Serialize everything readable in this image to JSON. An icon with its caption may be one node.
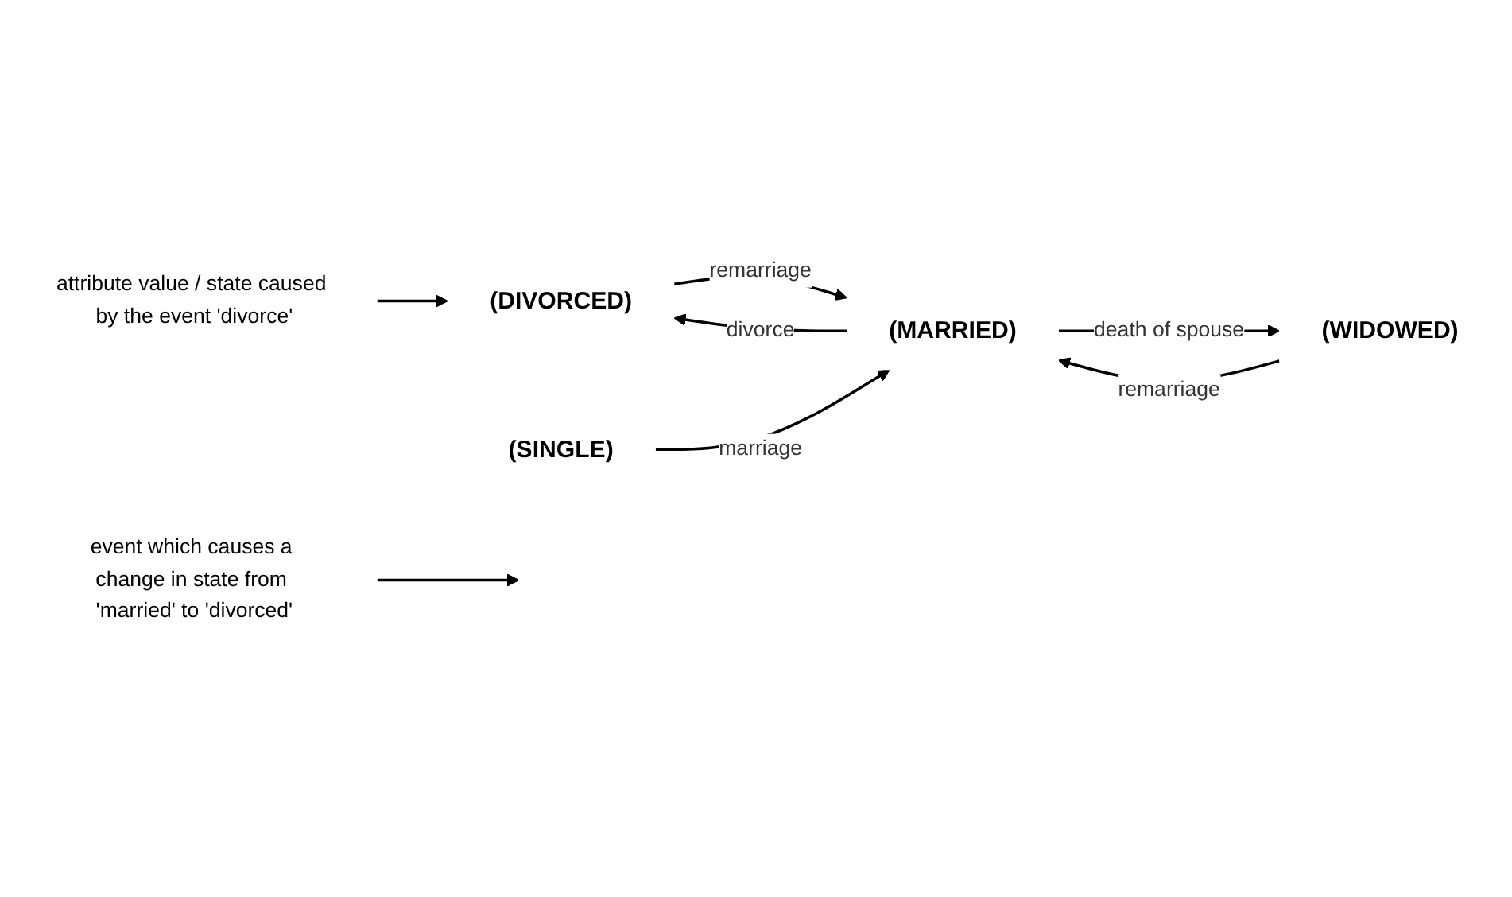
{
  "diagram": {
    "nodes": [
      {
        "text": [
          "attribute value / state caused by the event 'divorce'"
        ]
      },
      {
        "text": [
          "(DIVORCED)"
        ]
      },
      {
        "text": [
          "event which causes a change in state from 'married' to 'divorced'"
        ]
      },
      {
        "text": [
          "(MARRIED)"
        ]
      },
      {
        "text": [
          "(SINGLE)"
        ]
      },
      {
        "text": [
          "(WIDOWED)"
        ]
      }
    ],
    "edges": [
      {
        "from": 0,
        "to": 1,
        "arrow": "to"
      },
      {
        "from": 2,
        "to": null,
        "arrow": "to"
      },
      {
        "from": 3,
        "to": 1,
        "arrow": "to",
        "label": "divorce"
      },
      {
        "from": 1,
        "to": 3,
        "arrow": "to",
        "label": "remarriage"
      },
      {
        "from": 4,
        "to": 3,
        "arrow": "to",
        "label": "marriage"
      },
      {
        "from": 3,
        "to": 5,
        "arrow": "to",
        "label": "death of spouse"
      },
      {
        "from": 5,
        "to": 3,
        "arrow": "to",
        "label": "remarriage"
      }
    ]
  }
}
